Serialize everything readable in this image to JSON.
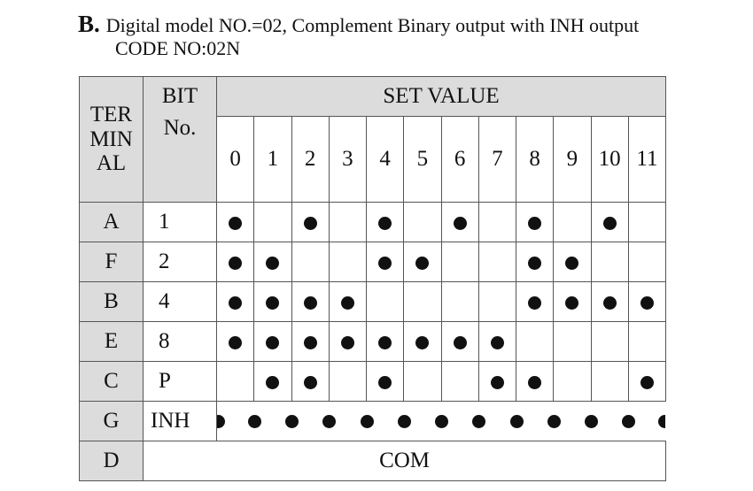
{
  "heading": {
    "label": "B.",
    "title": "Digital model NO.=02, Complement Binary output with INH output",
    "code": "CODE  NO:02N"
  },
  "table": {
    "terminal_header": [
      "TER",
      "MIN",
      "AL"
    ],
    "bit_header": [
      "BIT",
      "No."
    ],
    "set_value_header": "SET VALUE",
    "set_values": [
      "0",
      "1",
      "2",
      "3",
      "4",
      "5",
      "6",
      "7",
      "8",
      "9",
      "10",
      "11"
    ],
    "rows": [
      {
        "terminal": "A",
        "bit": "1",
        "dots": [
          1,
          0,
          1,
          0,
          1,
          0,
          1,
          0,
          1,
          0,
          1,
          0
        ]
      },
      {
        "terminal": "F",
        "bit": "2",
        "dots": [
          1,
          1,
          0,
          0,
          1,
          1,
          0,
          0,
          1,
          1,
          0,
          0
        ]
      },
      {
        "terminal": "B",
        "bit": "4",
        "dots": [
          1,
          1,
          1,
          1,
          0,
          0,
          0,
          0,
          1,
          1,
          1,
          1
        ]
      },
      {
        "terminal": "E",
        "bit": "8",
        "dots": [
          1,
          1,
          1,
          1,
          1,
          1,
          1,
          1,
          0,
          0,
          0,
          0
        ]
      },
      {
        "terminal": "C",
        "bit": "P",
        "dots": [
          0,
          1,
          1,
          0,
          1,
          0,
          0,
          1,
          1,
          0,
          0,
          1
        ]
      }
    ],
    "inh_row": {
      "terminal": "G",
      "bit": "INH",
      "dot_count": 13
    },
    "com_row": {
      "terminal": "D",
      "label": "COM"
    }
  }
}
